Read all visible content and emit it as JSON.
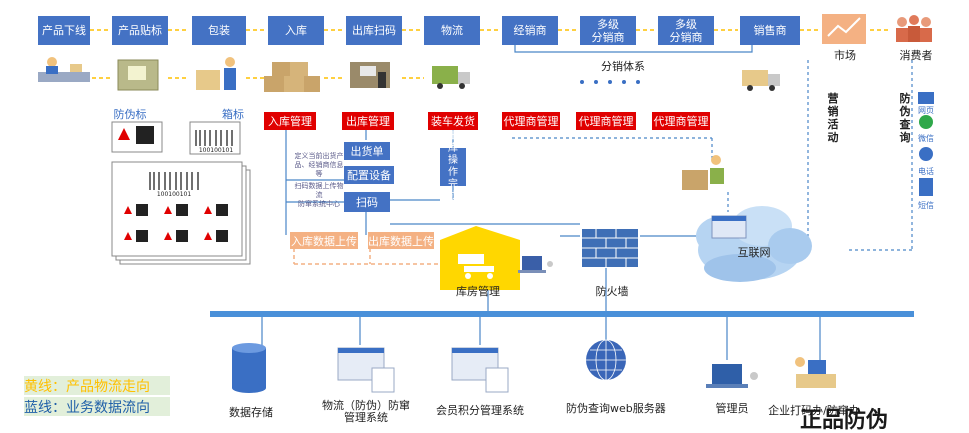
{
  "flow": {
    "steps": [
      "产品下线",
      "产品贴标",
      "包装",
      "入库",
      "出库扫码",
      "物流",
      "经销商",
      "多级\n分销商",
      "多级\n分销商",
      "销售商"
    ],
    "market": "市场",
    "consumer": "消费者"
  },
  "labels": {
    "anti_fake_label": "防伪标",
    "box_label": "箱标",
    "distribution_system": "分销体系",
    "marketing_activity": "营\n销\n活\n动",
    "anti_fake_query": "防\n伪\n查\n询",
    "barcode_number": "100100101"
  },
  "management": {
    "inbound": "入库管理",
    "outbound": "出库管理",
    "loading": "装车发货",
    "agents": [
      "代理商管理",
      "代理商管理",
      "代理商管理"
    ]
  },
  "outbound_items": [
    "出货单",
    "配置设备",
    "扫码"
  ],
  "outbound_done": "出\n库\n操\n作\n完\n成",
  "notes": {
    "note1": "定义当前出货产\n品、经销商信息等",
    "note2": "扫码数据上传物流\n防窜系统中心"
  },
  "uploads": {
    "inbound": "入库数据上传",
    "outbound": "出库数据上传"
  },
  "network": {
    "warehouse": "库房管理",
    "firewall": "防火墙",
    "internet": "互联网"
  },
  "channels": [
    "网页",
    "微信",
    "电话",
    "短信"
  ],
  "systems": [
    "数据存储",
    "物流（防伪）防窜\n管理系统",
    "会员积分管理系统",
    "防伪查询web服务器",
    "管理员",
    "企业打码办/防窜办"
  ],
  "legend": {
    "yellow": "黄线：产品物流走向",
    "blue": "蓝线：业务数据流向"
  },
  "brand": "正品防伪",
  "colors": {
    "step_blue": "#4472c4",
    "red": "#e00000",
    "orange": "#f4b183",
    "yellow_line": "#ffc000",
    "blue_line": "#4a86c8",
    "bus": "#4a90d9",
    "warehouse_yellow": "#ffd700"
  }
}
